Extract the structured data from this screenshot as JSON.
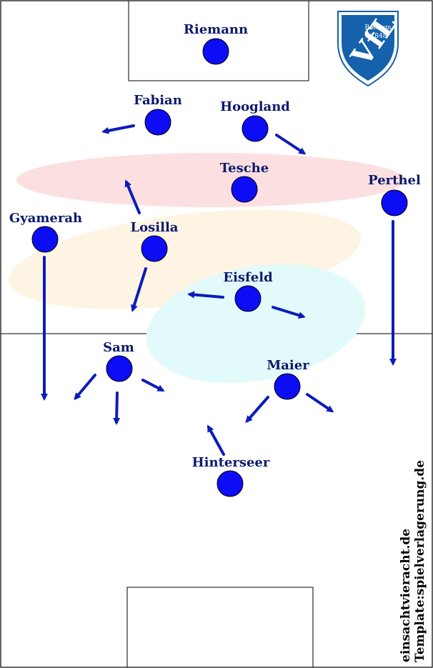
{
  "colors": {
    "player": "#0d0df5",
    "label": "#0b1a6b",
    "arrow": "#0c1cba",
    "pitch_line": "#000000",
    "zone_red": "#fcdfe0",
    "zone_yellow": "#fdf4e3",
    "zone_cyan": "#e2fafa"
  },
  "badge": {
    "icon": "vfl-bochum-crest-icon",
    "letters": "VfL",
    "club": "Bochum",
    "year": "1848",
    "color": "#1561ac"
  },
  "players": [
    {
      "key": "riemann",
      "name": "Riemann"
    },
    {
      "key": "fabian",
      "name": "Fabian"
    },
    {
      "key": "hoogland",
      "name": "Hoogland"
    },
    {
      "key": "tesche",
      "name": "Tesche"
    },
    {
      "key": "perthel",
      "name": "Perthel"
    },
    {
      "key": "gyamerah",
      "name": "Gyamerah"
    },
    {
      "key": "losilla",
      "name": "Losilla"
    },
    {
      "key": "eisfeld",
      "name": "Eisfeld"
    },
    {
      "key": "sam",
      "name": "Sam"
    },
    {
      "key": "maier",
      "name": "Maier"
    },
    {
      "key": "hinterseer",
      "name": "Hinterseer"
    }
  ],
  "credits": {
    "site": "einsachtvieracht.de",
    "template": "Template:spielverlagerung.de"
  }
}
